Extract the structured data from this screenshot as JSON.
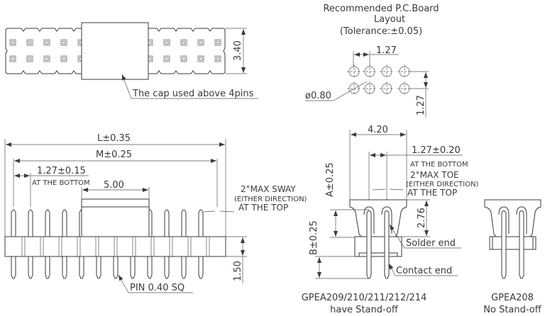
{
  "top_view": {
    "height_dim": "3.40",
    "cap_note": "The cap used above 4pins"
  },
  "pcb_layout": {
    "title_line1": "Recommended P.C.Board",
    "title_line2": "Layout",
    "title_line3": "(Tolerance:±0.05)",
    "pitch_h": "1.27",
    "pitch_v": "1.27",
    "hole_dia": "ø0.80"
  },
  "side_view": {
    "length_L": "L±0.35",
    "length_M": "M±0.25",
    "pitch": "1.27±0.15",
    "pitch_note": "AT THE BOTTOM",
    "cap_width": "5.00",
    "sway_line1": "2°MAX SWAY",
    "sway_line2": "(EITHER DIRECTION)",
    "sway_line3": "AT THE TOP",
    "body_height": "1.50",
    "pin_note": "PIN 0.40 SQ",
    "pin_count": 12
  },
  "front_view": {
    "width": "4.20",
    "pitch": "1.27±0.20",
    "pitch_note": "AT THE BOTTOM",
    "toe_line1": "2°MAX TOE",
    "toe_line2": "(EITHER DIRECTION)",
    "toe_line3": "AT THE TOP",
    "dim_A": "A±0.25",
    "dim_B": "B±0.25",
    "dim_276": "2.76",
    "solder_end": "Solder end",
    "contact_end": "Contact end",
    "caption_line1": "GPEA209/210/211/212/214",
    "caption_line2": "have Stand-off"
  },
  "alt_view": {
    "caption_line1": "GPEA208",
    "caption_line2": "No Stand-off"
  }
}
